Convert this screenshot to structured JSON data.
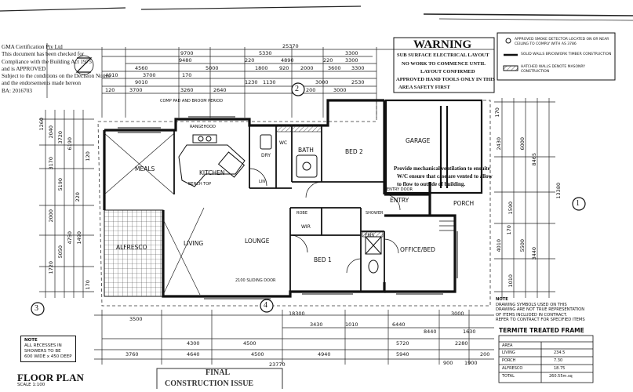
{
  "certification": {
    "lines": [
      "GMA Certification Pty Ltd",
      "This document has been checked for",
      "Compliance with the Building Act 1975",
      "and is APPROVED",
      "Subject to the conditions on the Decision Notice",
      "and the endorsements made hereon",
      "BA: 2016703"
    ]
  },
  "warning": {
    "title": "WARNING",
    "lines": [
      "SUB SURFACE ELECTRICAL LAYOUT",
      "NO WORK TO COMMENCE UNTIL",
      "LAYOUT CONFIRMED",
      "APPROVED HAND TOOLS ONLY IN THIS",
      "AREA     SAFETY FIRST"
    ]
  },
  "legend": {
    "items": [
      "APPROVED SMOKE DETECTOR LOCATED ON OR NEAR CEILING TO COMPLY WITH AS 3786",
      "SOLID WALLS BRICKWORK TIMBER CONSTRUCTION",
      "HATCHED WALLS DENOTE MASONRY CONSTRUCTION"
    ]
  },
  "rooms": {
    "meals": "MEALS",
    "kitchen": "KITCHEN",
    "living": "LIVING",
    "lounge": "LOUNGE",
    "alfresco": "ALFRESCO",
    "bed1": "BED 1",
    "bed2": "BED 2",
    "garage": "GARAGE",
    "office": "OFFICE/BED",
    "porch": "PORCH",
    "entry": "ENTRY",
    "bath": "BATH",
    "wc": "WC",
    "dry": "DRY",
    "ens": "ENS",
    "wir": "WIR",
    "lin": "LIN"
  },
  "ventilation_note": [
    "Provide mechanical ventilation to ensuite",
    "W/C ensure that case are vented to allow",
    "to flow to outside of building."
  ],
  "dims_top": {
    "overall": "25370",
    "row2": [
      "9700",
      "5330",
      "3300"
    ],
    "row3": [
      "9480",
      "220",
      "4890",
      "220",
      "3300"
    ],
    "row4": [
      "4560",
      "5000",
      "1800",
      "920",
      "2000",
      "3600",
      "3300"
    ],
    "row5": [
      "4010",
      "3700",
      "170",
      "9010",
      "1230",
      "1130",
      "3000",
      "2530"
    ],
    "row6": [
      "120",
      "3700",
      "3260",
      "2640",
      "200",
      "3000"
    ]
  },
  "dims_left": [
    "1260",
    "2040",
    "3720",
    "6190",
    "3170",
    "5190",
    "4750",
    "2000",
    "5050",
    "220",
    "1720",
    "1490",
    "120",
    "170"
  ],
  "dims_right": [
    "2430",
    "170",
    "6000",
    "8465",
    "13380",
    "4010",
    "5500",
    "3440",
    "170",
    "1590",
    "1010"
  ],
  "dims_bottom": {
    "row1": [
      "3500",
      "18300",
      "3000"
    ],
    "row2": [
      "3430",
      "1010",
      "6440",
      "8440",
      "1630"
    ],
    "row3": [
      "4300",
      "4500",
      "5720",
      "2280"
    ],
    "row4": [
      "3760",
      "4640",
      "4500",
      "4940",
      "5940",
      "900",
      "1900",
      "200"
    ],
    "overall": "23770"
  },
  "markers": [
    "1",
    "2",
    "3",
    "4"
  ],
  "recess_note": [
    "NOTE",
    "ALL RECESSES IN",
    "SHOWERS TO BE",
    "600 WIDE x 450 DEEP"
  ],
  "drawing_note": [
    "NOTE",
    "DRAWING SYMBOLS USED ON THIS",
    "DRAWING ARE NOT TRUE REPRESENTATION",
    "OF ITEMS INCLUDED IN CONTRACT.",
    "REFER TO CONTRACT FOR SPECIFIED ITEMS"
  ],
  "area_table": {
    "title": "TERMITE TREATED FRAME",
    "header": "AREA",
    "rows": [
      {
        "name": "LIVING",
        "value": "234.5"
      },
      {
        "name": "PORCH",
        "value": "7.30"
      },
      {
        "name": "ALFRESCO",
        "value": "18.75"
      },
      {
        "name": "TOTAL",
        "value": "260.55m.sq"
      }
    ]
  },
  "title_block": {
    "title": "FLOOR PLAN",
    "scale": "SCALE 1:100",
    "stamp_line1": "FINAL",
    "stamp_line2": "CONSTRUCTION ISSUE"
  },
  "annotations": {
    "comp_pad": "COMP PAD AND BROOM PERIOD",
    "range": "RANGEHOOD",
    "bench": "BENCH TOP",
    "sliding": "2100 SLIDING DOOR",
    "robe": "ROBE",
    "shower": "SHOWER",
    "entry_door": "ENTRY DOOR"
  },
  "colors": {
    "ink": "#111111",
    "paper": "#ffffff",
    "hatch": "#555555"
  }
}
